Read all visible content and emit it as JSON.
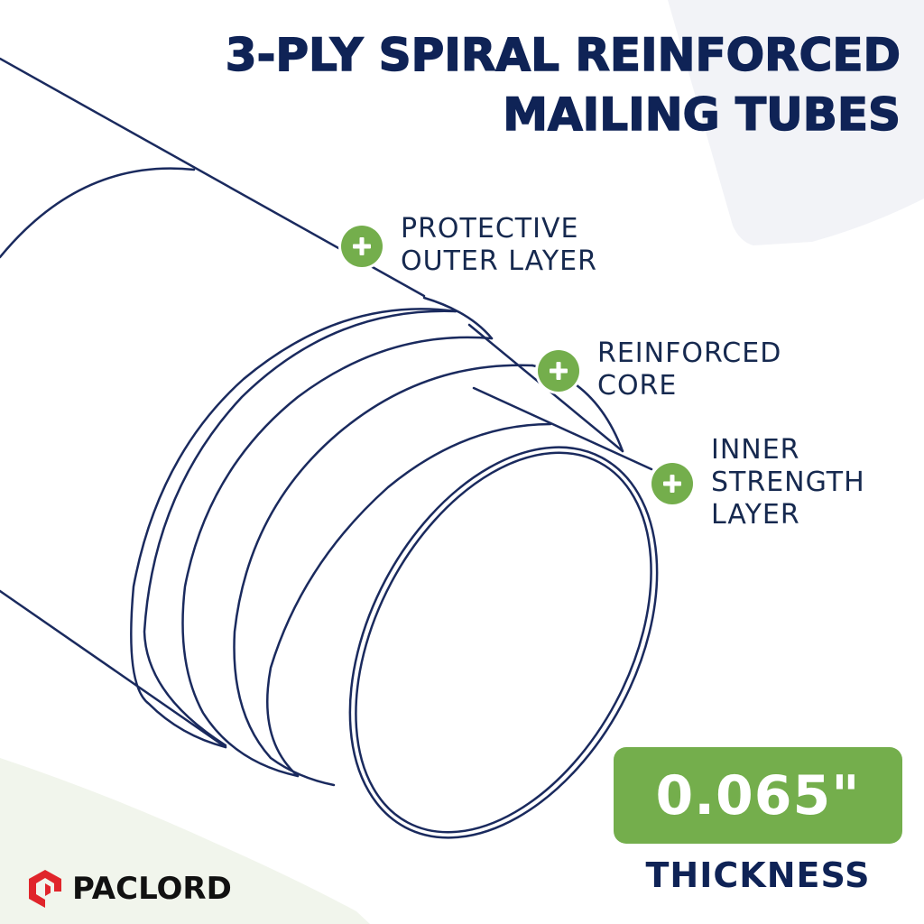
{
  "title": {
    "line1": "3-PLY SPIRAL REINFORCED",
    "line2": "MAILING TUBES"
  },
  "callouts": [
    {
      "lines": [
        "PROTECTIVE",
        "OUTER LAYER"
      ]
    },
    {
      "lines": [
        "REINFORCED",
        "CORE"
      ]
    },
    {
      "lines": [
        "INNER",
        "STRENGTH",
        "LAYER"
      ]
    }
  ],
  "thickness": {
    "value": "0.065\"",
    "label": "THICKNESS"
  },
  "brand": {
    "name": "PACLORD"
  },
  "colors": {
    "title_navy": "#0f2356",
    "accent_green": "#74ae4c",
    "brand_red": "#e0252b",
    "outline_navy": "#1a2a5e",
    "bg_gray": "#f2f3f7",
    "bg_green": "#f1f5ec"
  },
  "icons": {
    "callout_badge": "plus-icon",
    "brand_mark": "paclord-logo-icon"
  }
}
